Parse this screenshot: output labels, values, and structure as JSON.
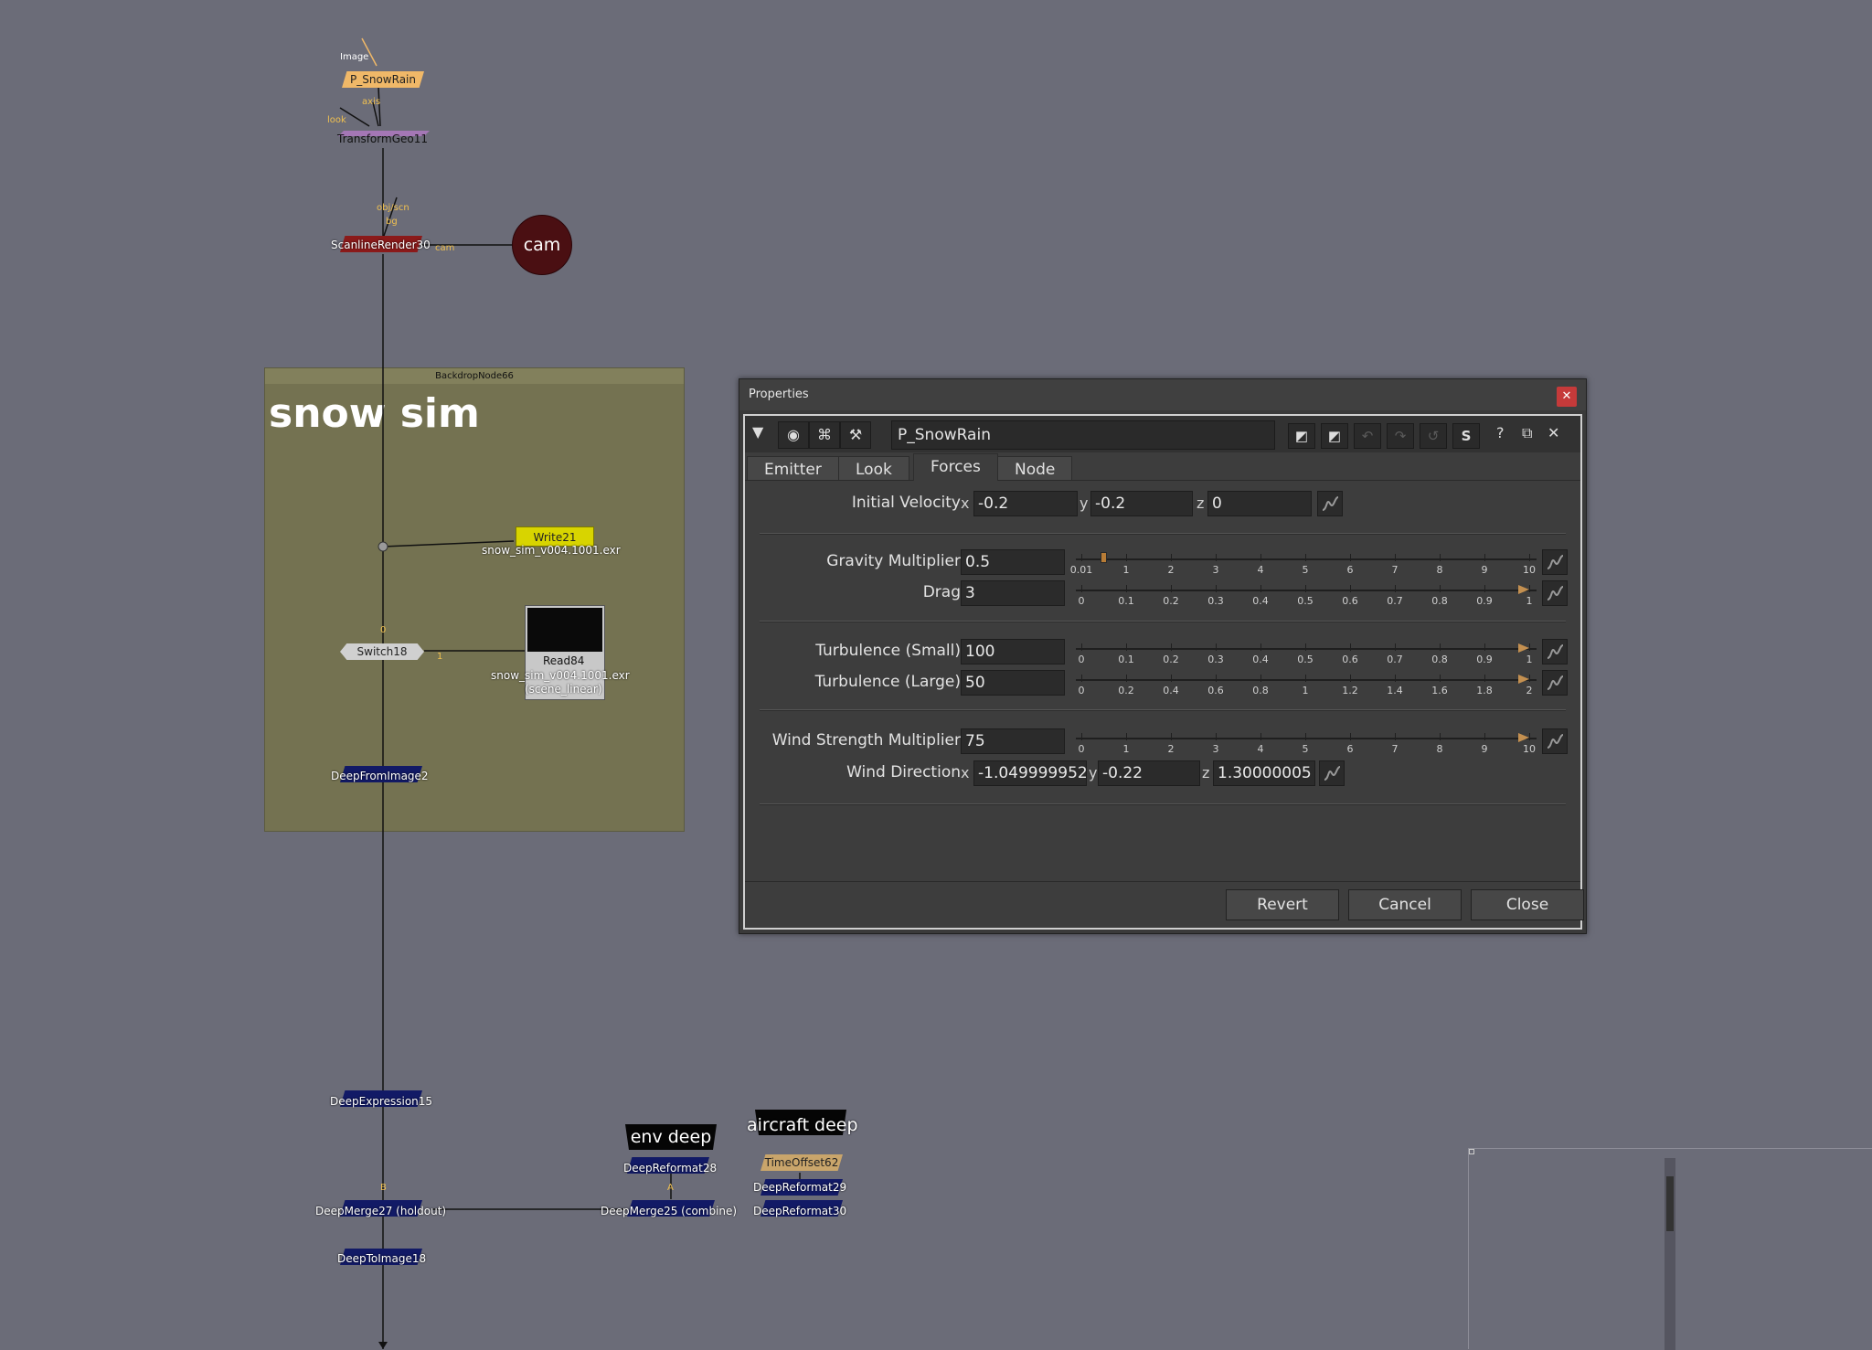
{
  "nodegraph": {
    "pins": {
      "image": "Image",
      "axis": "axis",
      "look": "look",
      "obj_scn": "obj/scn",
      "bg": "bg",
      "cam": "cam",
      "switch_in0": "0",
      "switch_in1": "1",
      "merge_b": "B",
      "merge_a": "A"
    },
    "nodes": {
      "p_snowrain": "P_SnowRain",
      "transformgeo": "TransformGeo11",
      "scanline": "ScanlineRender30",
      "cam": "cam",
      "write": "Write21",
      "write_file": "snow_sim_v004.1001.exr",
      "switch": "Switch18",
      "read": "Read84",
      "read_file": "snow_sim_v004.1001.exr",
      "read_cs": "(scene_linear)",
      "deepfromimage": "DeepFromImage2",
      "deepexpression": "DeepExpression15",
      "deepmerge27": "DeepMerge27 (holdout)",
      "deeptoimage": "DeepToImage18",
      "deepreformat28": "DeepReformat28",
      "deepmerge25": "DeepMerge25 (combine)",
      "timeoffset": "TimeOffset62",
      "deepreformat29": "DeepReformat29",
      "deepreformat30": "DeepReformat30"
    },
    "backdrop": {
      "name": "BackdropNode66",
      "title": "snow sim"
    },
    "stickies": {
      "env": "env deep",
      "aircraft": "aircraft deep"
    },
    "colors": {
      "background": "#6b6c78",
      "particle_node": "#f0b868",
      "transform_node": "#a477b5",
      "render_node": "#8b1a1a",
      "camera_node": "#4a0f12",
      "write_node": "#d8d400",
      "switch_node": "#d0d0d0",
      "deep_node": "#121a66",
      "timeoffset_node": "#c9a56b",
      "backdrop": "#747251"
    }
  },
  "properties": {
    "title": "Properties",
    "node_name": "P_SnowRain",
    "tabs": [
      "Emitter",
      "Look",
      "Forces",
      "Node"
    ],
    "active_tab": "Forces",
    "knobs": {
      "initial_velocity": {
        "label": "Initial Velocity",
        "x": "-0.2",
        "y": "-0.2",
        "z": "0"
      },
      "gravity": {
        "label": "Gravity Multiplier",
        "value": "0.5",
        "ticks": [
          "0.01",
          "1",
          "2",
          "3",
          "4",
          "5",
          "6",
          "7",
          "8",
          "9",
          "10"
        ],
        "slider_value": 0.5,
        "slider_range": [
          0.01,
          10
        ]
      },
      "drag": {
        "label": "Drag",
        "value": "3",
        "ticks": [
          "0",
          "0.1",
          "0.2",
          "0.3",
          "0.4",
          "0.5",
          "0.6",
          "0.7",
          "0.8",
          "0.9",
          "1"
        ]
      },
      "turb_small": {
        "label": "Turbulence (Small)",
        "value": "100",
        "ticks": [
          "0",
          "0.1",
          "0.2",
          "0.3",
          "0.4",
          "0.5",
          "0.6",
          "0.7",
          "0.8",
          "0.9",
          "1"
        ]
      },
      "turb_large": {
        "label": "Turbulence (Large)",
        "value": "50",
        "ticks": [
          "0",
          "0.2",
          "0.4",
          "0.6",
          "0.8",
          "1",
          "1.2",
          "1.4",
          "1.6",
          "1.8",
          "2"
        ]
      },
      "wind_strength": {
        "label": "Wind Strength Multiplier",
        "value": "75",
        "ticks": [
          "0",
          "1",
          "2",
          "3",
          "4",
          "5",
          "6",
          "7",
          "8",
          "9",
          "10"
        ]
      },
      "wind_direction": {
        "label": "Wind Direction",
        "x": "-1.049999952",
        "y": "-0.22",
        "z": "1.30000005"
      }
    },
    "axis_labels": {
      "x": "x",
      "y": "y",
      "z": "z"
    },
    "buttons": {
      "revert": "Revert",
      "cancel": "Cancel",
      "close": "Close"
    },
    "icons": [
      "collapse-triangle-icon",
      "viewer-icon",
      "camera-icon",
      "wrench-icon",
      "toggle-a-icon",
      "toggle-b-icon",
      "undo-icon",
      "redo-icon",
      "revert-icon",
      "s-icon",
      "help-icon",
      "float-icon",
      "close-icon"
    ],
    "colors": {
      "close_button": "#c53a3a",
      "slider_handle": "#b87c36"
    }
  }
}
